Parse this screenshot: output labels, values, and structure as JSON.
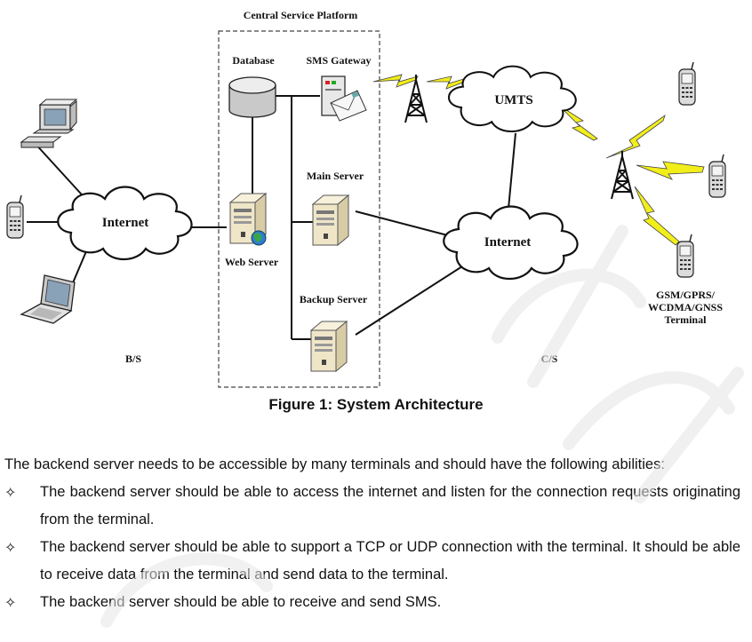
{
  "figure": {
    "platform_label": "Central Service Platform",
    "database_label": "Database",
    "sms_gateway_label": "SMS Gateway",
    "main_server_label": "Main Server",
    "web_server_label": "Web Server",
    "backup_server_label": "Backup Server",
    "internet_left_label": "Internet",
    "internet_right_label": "Internet",
    "umts_label": "UMTS",
    "terminal_label_line1": "GSM/GPRS/",
    "terminal_label_line2": "WCDMA/GNSS",
    "terminal_label_line3": "Terminal",
    "bs_label": "B/S",
    "cs_label": "C/S",
    "caption": "Figure 1: System Architecture"
  },
  "text": {
    "intro": "The backend server needs to be accessible by many terminals and should have the following abilities:",
    "bullet_glyph": "✧",
    "abilities": [
      "The backend server should be able to access the internet and listen for the connection requests originating from the terminal.",
      "The backend server should be able to support a TCP or UDP connection with the terminal. It should be able to receive data from the terminal and send data to the terminal.",
      "The backend server should be able to receive and send SMS."
    ]
  },
  "colors": {
    "lightning": "#f2ee1a",
    "server_body": "#efe6c8",
    "database": "#c9c9c9",
    "watermark": "#e5e5e5"
  },
  "icons": [
    "desktop-computer-icon",
    "mobile-phone-icon",
    "laptop-icon",
    "database-icon",
    "sms-gateway-icon",
    "server-icon",
    "globe-icon",
    "radio-tower-icon",
    "cloud-icon",
    "lightning-link-icon"
  ]
}
